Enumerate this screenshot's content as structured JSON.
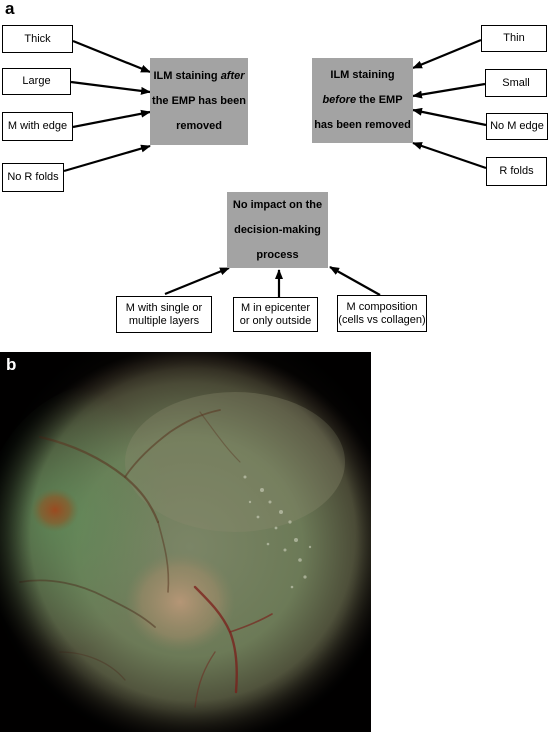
{
  "panel_a": {
    "label": "a",
    "left_center": {
      "line1_pre": "ILM staining ",
      "line1_em": "after",
      "line2": "the EMP has been",
      "line3": "removed"
    },
    "right_center": {
      "line1": "ILM staining",
      "line2_em": "before",
      "line2_post": " the EMP",
      "line3": "has been removed"
    },
    "bottom_center": {
      "line1": "No impact on the",
      "line2": "decision-making",
      "line3": "process"
    },
    "left_items": [
      "Thick",
      "Large",
      "M with edge",
      "No R folds"
    ],
    "right_items": [
      "Thin",
      "Small",
      "No M edge",
      "R folds"
    ],
    "bottom_items": [
      {
        "line1": "M with single or",
        "line2": "multiple layers"
      },
      {
        "line1": "M in epicenter",
        "line2": "or only outside"
      },
      {
        "line1": "M composition",
        "line2": "(cells vs collagen)"
      }
    ]
  },
  "panel_b": {
    "label": "b"
  }
}
